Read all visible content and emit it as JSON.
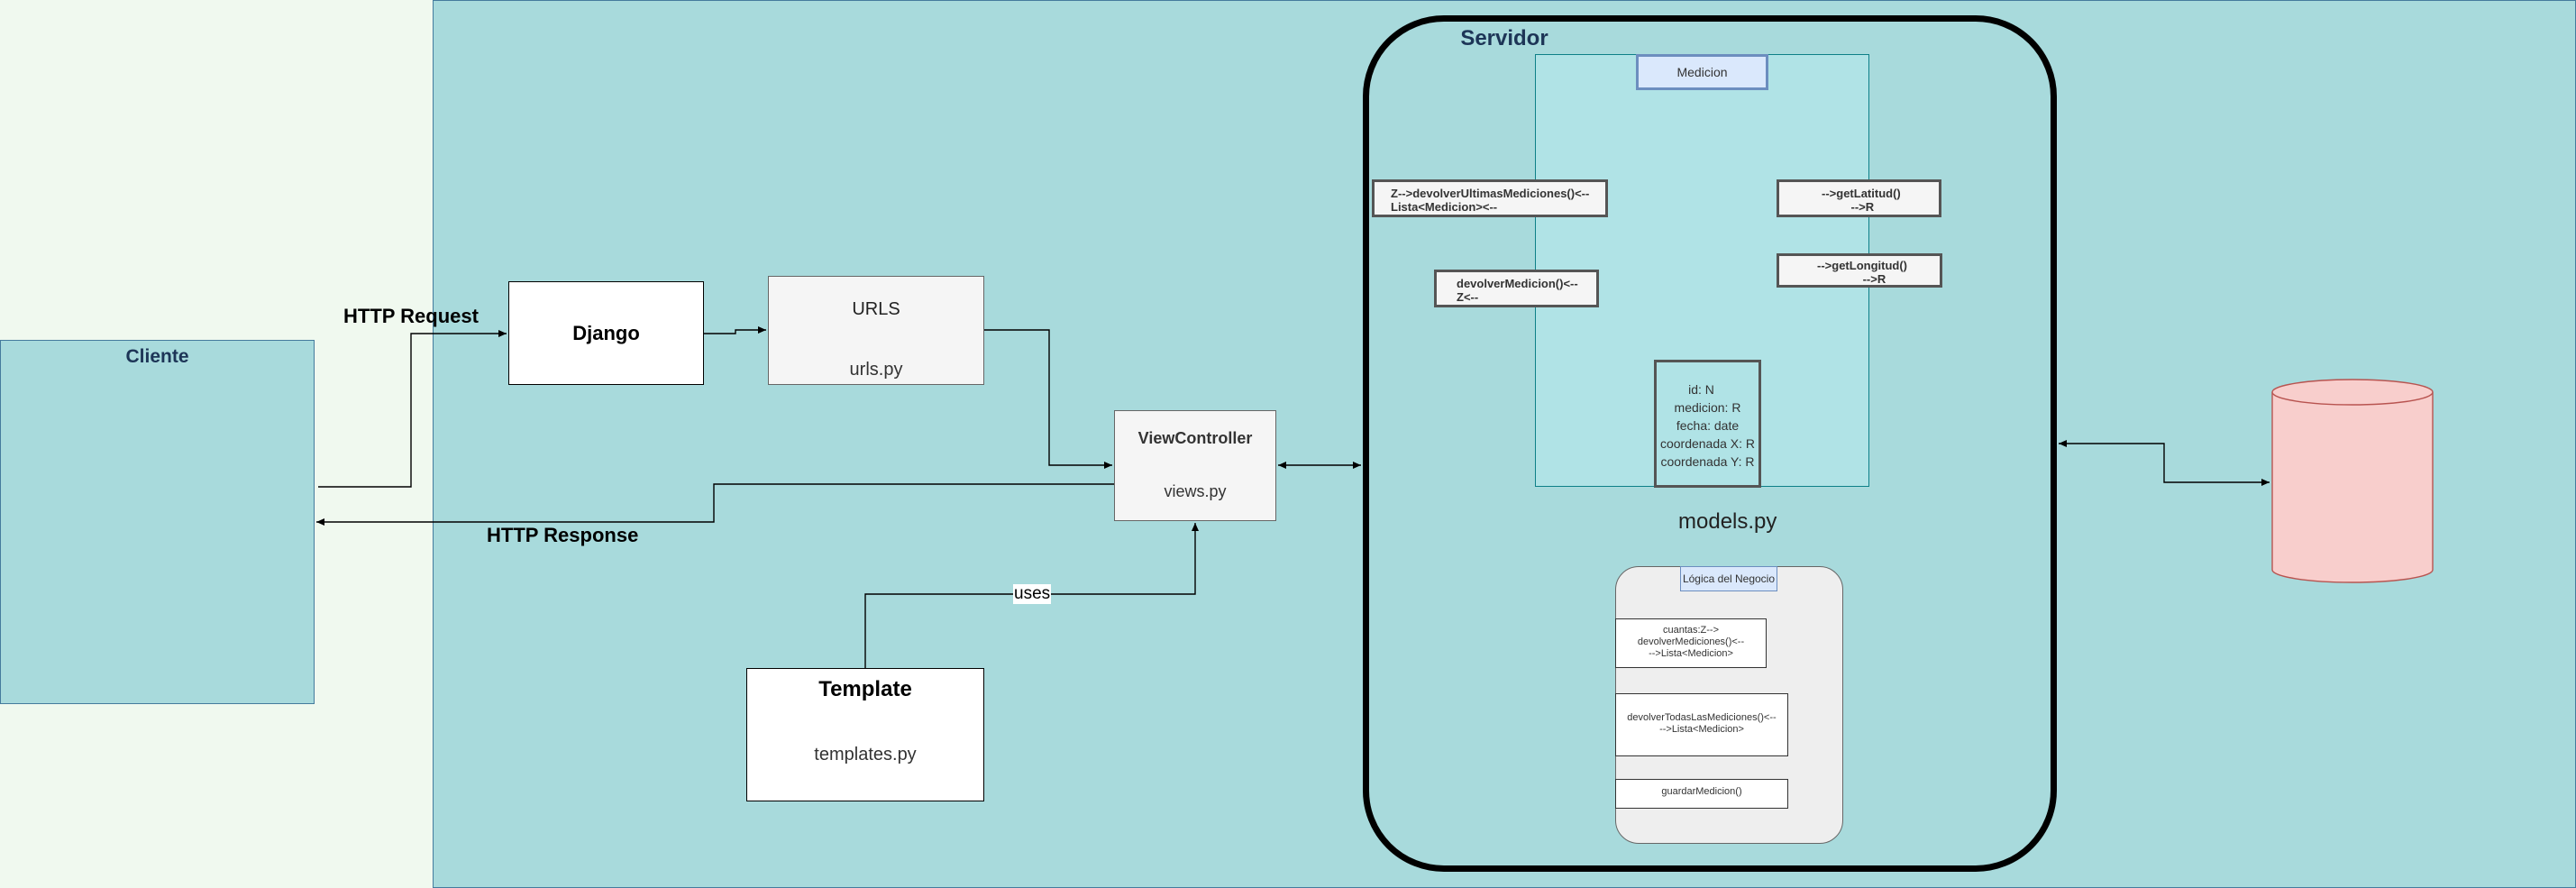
{
  "colors": {
    "page_bg": "#f0f9ef",
    "container_fill": "#a8dadc",
    "class_fill": "#b0e3e6",
    "class_stroke": "#0e8088",
    "header_fill": "#dae8fc",
    "header_stroke": "#6c8ebf",
    "database_fill": "#f8cecc",
    "database_stroke": "#b85450",
    "title_color": "#1d3557",
    "logic_fill": "#eeeeee"
  },
  "cliente": {
    "title": "Cliente"
  },
  "servidor": {
    "title": "Servidor"
  },
  "edges": {
    "request": "HTTP Request",
    "response": "HTTP Response",
    "uses": "uses"
  },
  "django": {
    "title": "Django"
  },
  "urls": {
    "title": "URLS",
    "file": "urls.py"
  },
  "viewcontroller": {
    "title": "ViewController",
    "file": "views.py"
  },
  "template": {
    "title": "Template",
    "file": "templates.py"
  },
  "models": {
    "file": "models.py",
    "class_name": "Medicion",
    "methods_left": [
      "Z-->devolverUltimasMediciones()<--\nLista<Medicion><--",
      "devolverMedicion()<--\nZ<--"
    ],
    "methods_right": [
      "-->getLatitud()\n         -->R",
      "-->getLongitud()\n              -->R"
    ],
    "attributes": [
      "id: N",
      "medicion: R",
      "fecha: date",
      "coordenada X: R",
      "coordenada Y: R"
    ],
    "logic": {
      "title": "Lógica del Negocio",
      "methods": [
        "cuantas:Z-->\ndevolverMediciones()<--\n-->Lista<Medicion>",
        "devolverTodasLasMediciones()<--\n-->Lista<Medicion>",
        "guardarMedicion()"
      ]
    }
  },
  "database": {
    "label": ""
  }
}
